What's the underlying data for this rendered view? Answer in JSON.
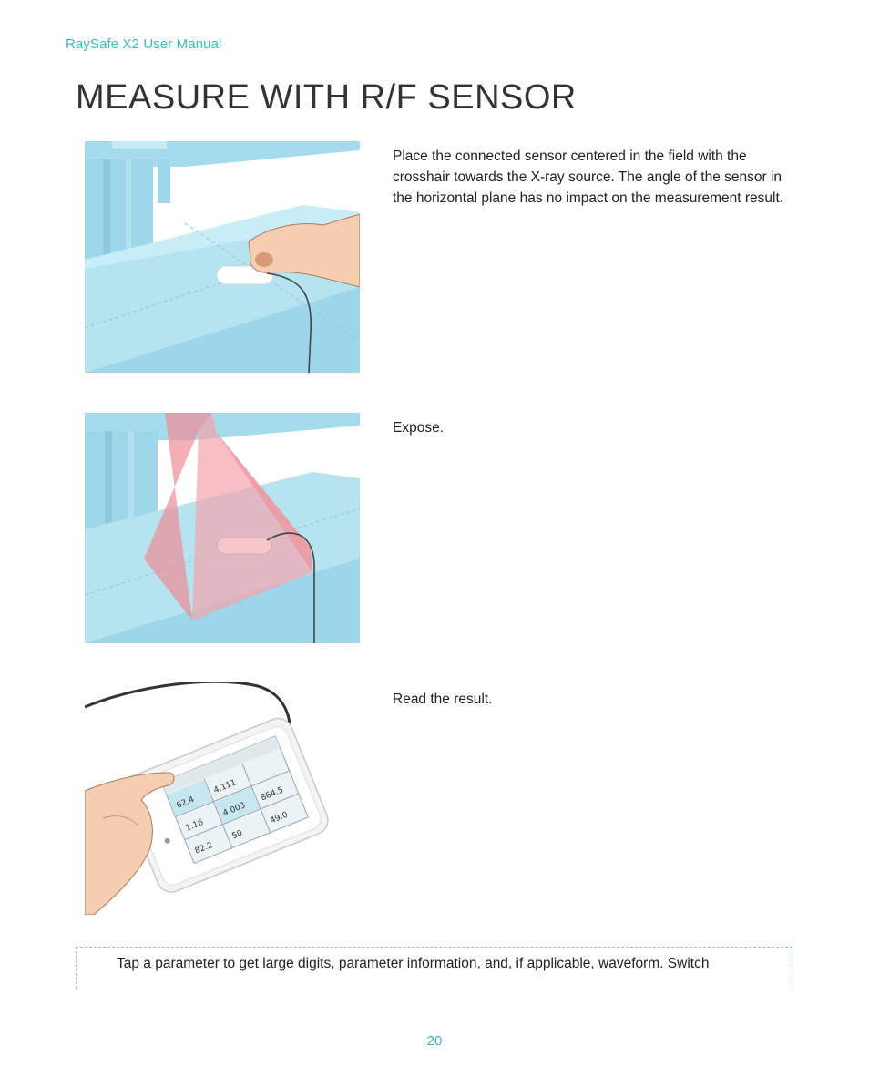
{
  "header": {
    "manual_title": "RaySafe X2 User Manual"
  },
  "page": {
    "title": "MEASURE WITH R/F SENSOR",
    "number": "20"
  },
  "steps": [
    {
      "text": "Place the connected sensor centered in the field with the crosshair towards the X-ray source. The angle of the sensor in the horizontal plane has no impact on the measurement result."
    },
    {
      "text": "Expose."
    },
    {
      "text": "Read the result."
    }
  ],
  "note": {
    "text": "Tap a parameter to get large digits, parameter information, and, if applicable, waveform. Switch"
  },
  "device_screen": {
    "readings": [
      "62.4",
      "4.111",
      "1.16",
      "4.003",
      "864.5",
      "82.2",
      "50",
      "49.0"
    ]
  },
  "colors": {
    "accent": "#3bb8c4",
    "table": "#b5e3f0",
    "beam": "#f08b96"
  }
}
